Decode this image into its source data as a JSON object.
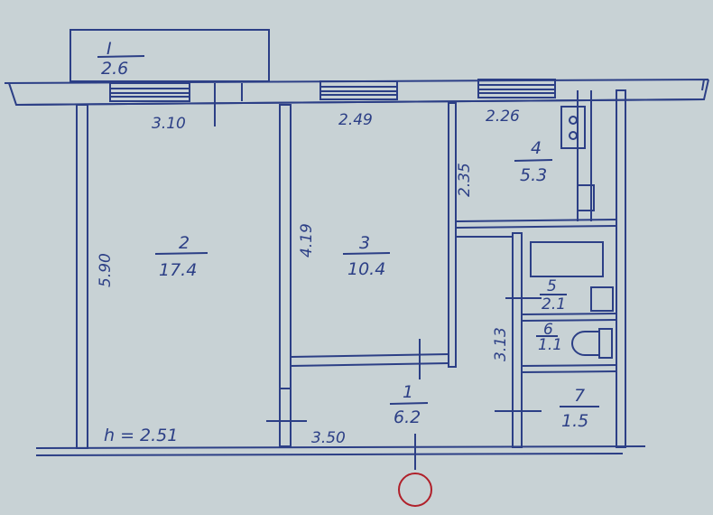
{
  "plan": {
    "ceiling_height": "h = 2.51",
    "balcony": {
      "number": "I",
      "area": "2.6"
    },
    "rooms": [
      {
        "number": "2",
        "area": "17.4"
      },
      {
        "number": "3",
        "area": "10.4"
      },
      {
        "number": "4",
        "area": "5.3"
      },
      {
        "number": "5",
        "area": "2.1"
      },
      {
        "number": "6",
        "area": "1.1"
      },
      {
        "number": "7",
        "area": "1.5"
      },
      {
        "number": "1",
        "area": "6.2"
      }
    ],
    "dimensions": {
      "room2_width": "3.10",
      "room2_length": "5.90",
      "room3_width": "2.49",
      "room3_length": "4.19",
      "kitchen_width": "2.26",
      "kitchen_length": "2.35",
      "bath_length": "3.13",
      "hall_length": "3.50"
    },
    "colors": {
      "ink": "#2c3f86",
      "entrance_marker": "#b0202a",
      "paper": "#c8d2d5"
    }
  }
}
